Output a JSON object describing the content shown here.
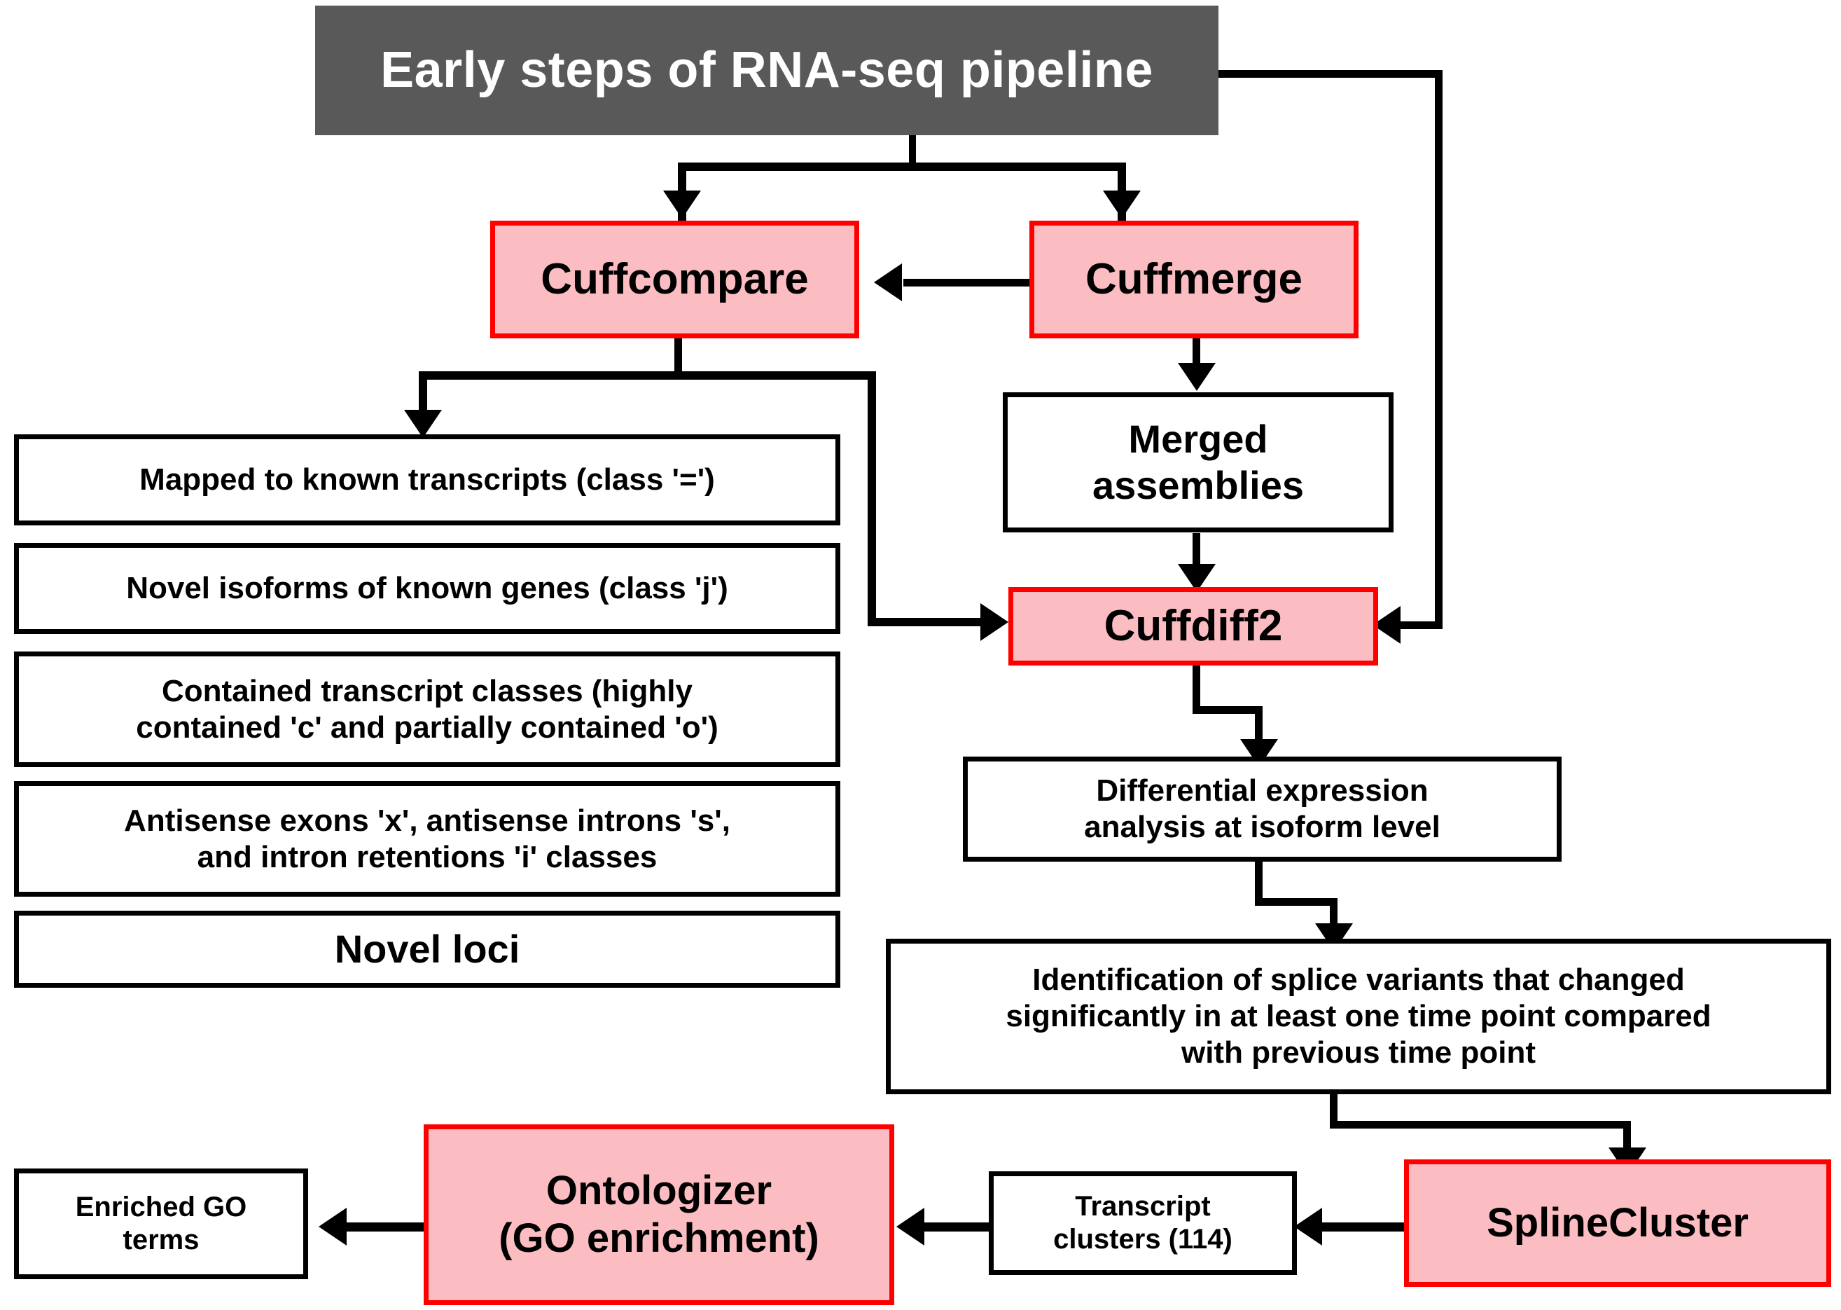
{
  "diagram": {
    "title": "Early  steps of RNA-seq  pipeline",
    "type": "flowchart",
    "colors": {
      "title_background": "#595959",
      "title_text": "#ffffff",
      "process_fill": "#fbbdc2",
      "process_border": "#ff0000",
      "plain_fill": "#ffffff",
      "plain_border": "#000000",
      "connector": "#000000"
    },
    "nodes": {
      "cuffcompare": "Cuffcompare",
      "cuffmerge": "Cuffmerge",
      "merged_assemblies_line1": "Merged",
      "merged_assemblies_line2": "assemblies",
      "cuffdiff2": "Cuffdiff2",
      "class_equal": "Mapped to known transcripts (class '=')",
      "class_j": "Novel isoforms of known genes (class 'j')",
      "class_co_line1": "Contained transcript classes (highly",
      "class_co_line2": "contained 'c' and partially contained 'o')",
      "class_xsi_line1": "Antisense exons 'x', antisense introns 's',",
      "class_xsi_line2": "and intron retentions 'i' classes",
      "novel_loci": "Novel loci",
      "diff_expr_line1": "Differential expression",
      "diff_expr_line2": "analysis at isoform level",
      "identification_line1": "Identification of splice variants that changed",
      "identification_line2": "significantly in at least one time point compared",
      "identification_line3": "with previous time point",
      "splinecluster": "SplineCluster",
      "transcript_clusters_line1": "Transcript",
      "transcript_clusters_line2": "clusters (114)",
      "ontologizer_line1": "Ontologizer",
      "ontologizer_line2": "(GO enrichment)",
      "enriched_go_line1": "Enriched GO",
      "enriched_go_line2": "terms"
    },
    "edges": [
      "title -> Cuffcompare",
      "title -> Cuffmerge",
      "title -> Cuffdiff2",
      "Cuffmerge -> Cuffcompare",
      "Cuffmerge -> Merged assemblies",
      "Merged assemblies -> Cuffdiff2",
      "Cuffcompare -> class list",
      "Cuffcompare -> Cuffdiff2",
      "Cuffdiff2 -> Differential expression analysis at isoform level",
      "Differential expression -> Identification of splice variants",
      "Identification -> SplineCluster",
      "SplineCluster -> Transcript clusters (114)",
      "Transcript clusters -> Ontologizer (GO enrichment)",
      "Ontologizer -> Enriched GO terms"
    ]
  }
}
